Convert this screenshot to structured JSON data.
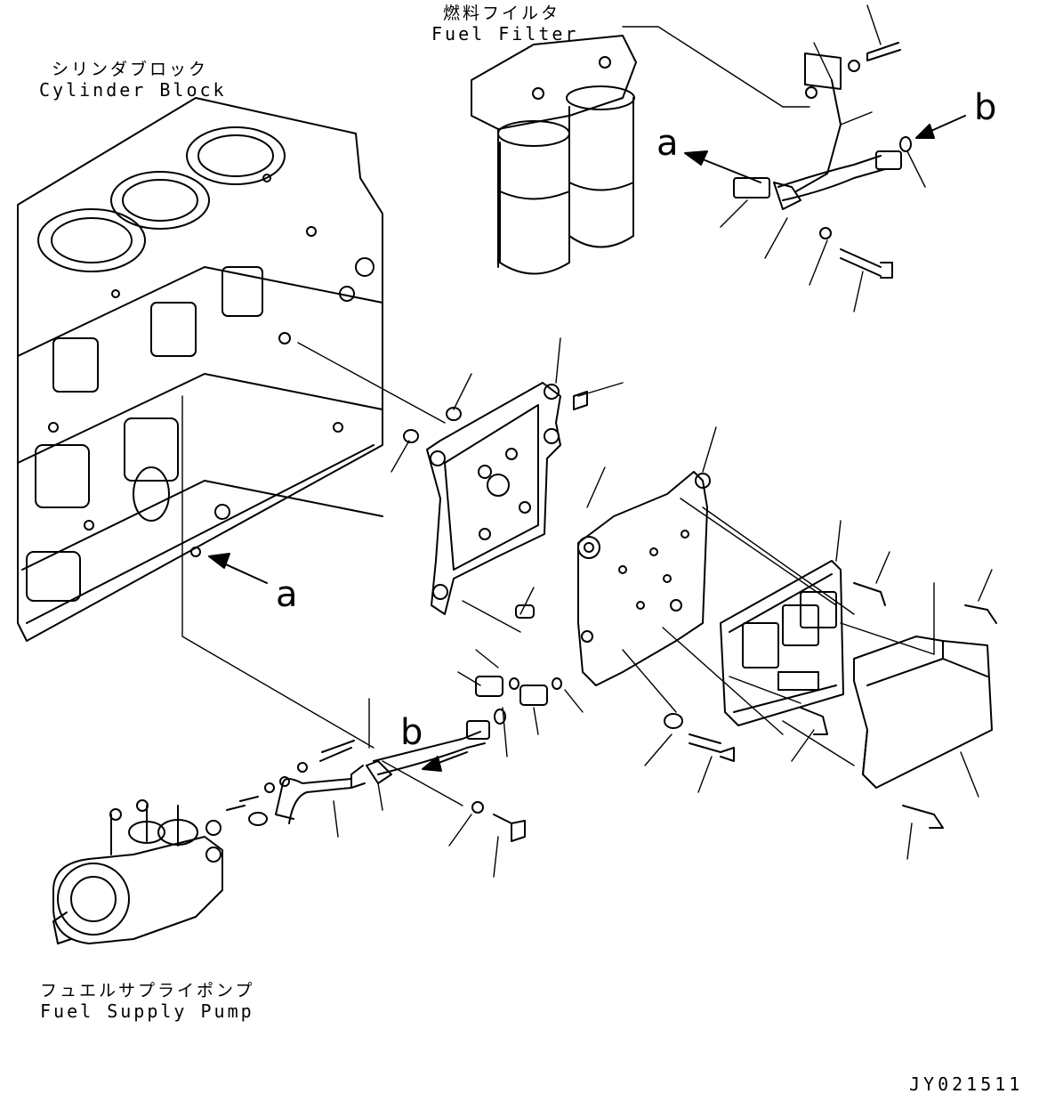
{
  "labels": {
    "fuel_filter_jp": "燃料フイルタ",
    "fuel_filter_en": "Fuel Filter",
    "cylinder_block_jp": "シリンダブロック",
    "cylinder_block_en": "Cylinder Block",
    "fuel_supply_pump_jp": "フュエルサプライポンプ",
    "fuel_supply_pump_en": "Fuel Supply Pump",
    "callout_a": "a",
    "callout_b": "b",
    "drawing_code": "JY021511"
  }
}
